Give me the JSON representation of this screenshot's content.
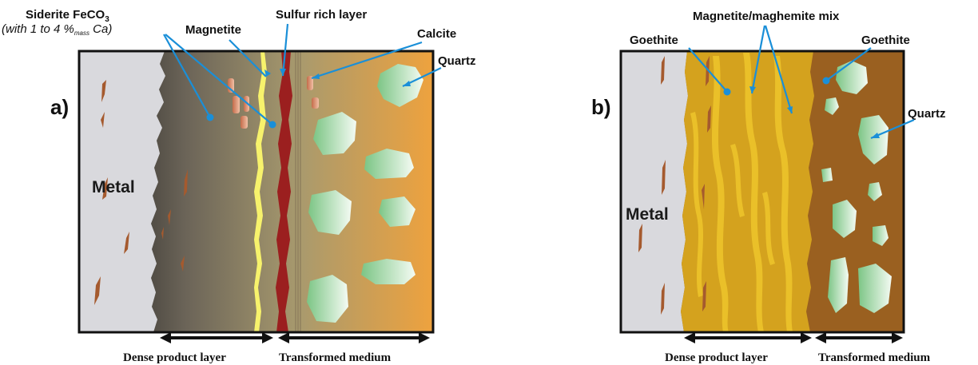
{
  "panel_a": {
    "label": "a)",
    "metal": "Metal",
    "labels": {
      "siderite": "Siderite FeCO",
      "siderite_sub": "3",
      "siderite_note_a": "(with 1 to 4 %",
      "siderite_note_sub": "mass",
      "siderite_note_b": " Ca)",
      "magnetite": "Magnetite",
      "sulfur": "Sulfur rich layer",
      "calcite": "Calcite",
      "quartz": "Quartz"
    },
    "bottom": {
      "dense": "Dense product layer",
      "transformed": "Transformed medium"
    }
  },
  "panel_b": {
    "label": "b)",
    "metal": "Metal",
    "labels": {
      "magnetite_mix": "Magnetite/maghemite mix",
      "goethite_left": "Goethite",
      "goethite_right": "Goethite",
      "quartz": "Quartz"
    },
    "bottom": {
      "dense": "Dense product layer",
      "transformed": "Transformed medium"
    }
  },
  "colors": {
    "leader": "#1a8fd8",
    "metal": "#d8d8dc",
    "magnetite": "#f6f06a",
    "sulfur": "#9b1f1f",
    "goethite_dense": "#d4a21e",
    "goethite_medium": "#9a6020",
    "quartz": "#7fc98a",
    "calcite": "#d98a6a"
  }
}
